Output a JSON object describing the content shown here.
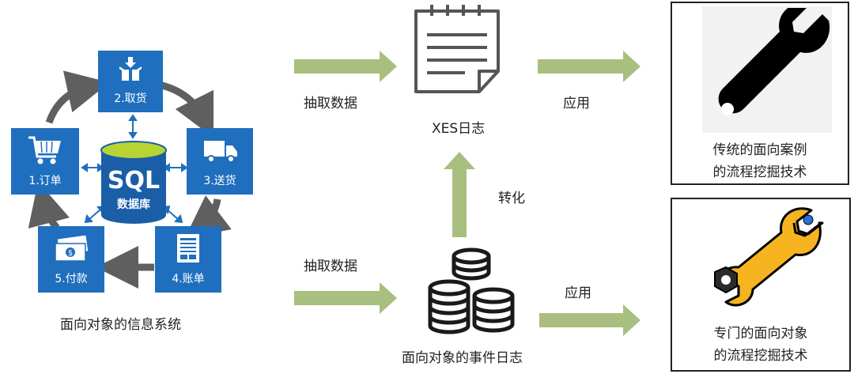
{
  "left_system": {
    "nodes": {
      "order": "1.订单",
      "pickup": "2.取货",
      "delivery": "3.送货",
      "bill": "4.账单",
      "payment": "5.付款"
    },
    "db": {
      "sql": "SQL",
      "name": "数据库"
    },
    "caption": "面向对象的信息系统"
  },
  "arrows": {
    "extract_top": "抽取数据",
    "extract_bottom": "抽取数据",
    "apply_top": "应用",
    "apply_bottom": "应用",
    "convert": "转化"
  },
  "xes_log": {
    "label": "XES日志"
  },
  "event_log": {
    "label": "面向对象的事件日志"
  },
  "traditional_box": {
    "line1": "传统的面向案例",
    "line2": "的流程挖掘技术"
  },
  "dedicated_box": {
    "line1": "专门的面向对象",
    "line2": "的流程挖掘技术"
  },
  "colors": {
    "node_blue": "#1f6fbe",
    "db_blue": "#1a5ea8",
    "db_top": "#b7d433",
    "flow_arrow": "#a9bf7f",
    "cycle_arrow": "#5f5f5f",
    "wrench_orange": "#f5b420"
  }
}
